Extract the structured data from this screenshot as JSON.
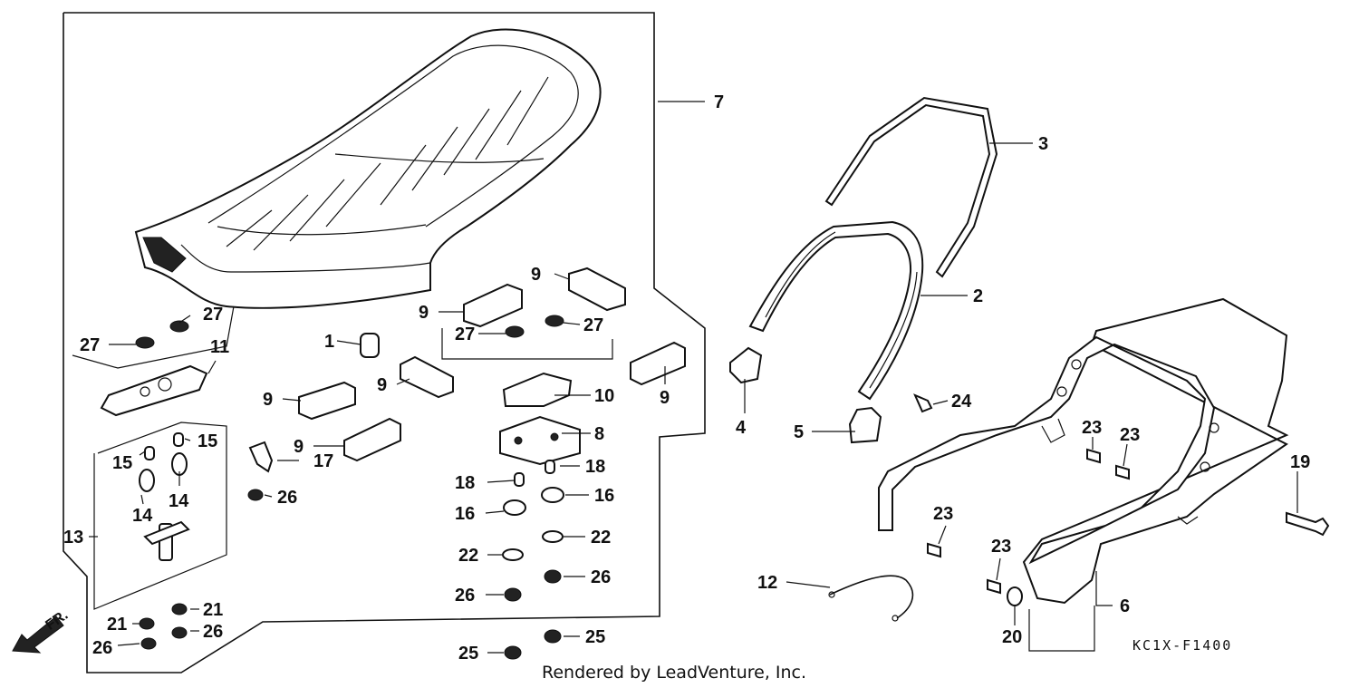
{
  "diagram": {
    "callouts": {
      "c1": "1",
      "c2": "2",
      "c3": "3",
      "c4": "4",
      "c5": "5",
      "c6": "6",
      "c7": "7",
      "c8": "8",
      "c9a": "9",
      "c9b": "9",
      "c9c": "9",
      "c9d": "9",
      "c9e": "9",
      "c9f": "9",
      "c10": "10",
      "c11": "11",
      "c12": "12",
      "c13": "13",
      "c14a": "14",
      "c14b": "14",
      "c15a": "15",
      "c15b": "15",
      "c16a": "16",
      "c16b": "16",
      "c17": "17",
      "c18a": "18",
      "c18b": "18",
      "c19": "19",
      "c20": "20",
      "c21a": "21",
      "c21b": "21",
      "c22a": "22",
      "c22b": "22",
      "c23a": "23",
      "c23b": "23",
      "c23c": "23",
      "c23d": "23",
      "c24": "24",
      "c25a": "25",
      "c25b": "25",
      "c26a": "26",
      "c26b": "26",
      "c26c": "26",
      "c26d": "26",
      "c26e": "26",
      "c27a": "27",
      "c27b": "27",
      "c27c": "27",
      "c27d": "27"
    },
    "front_label": "FR.",
    "diagram_code": "KC1X-F1400",
    "credit": "Rendered by LeadVenture, Inc."
  }
}
